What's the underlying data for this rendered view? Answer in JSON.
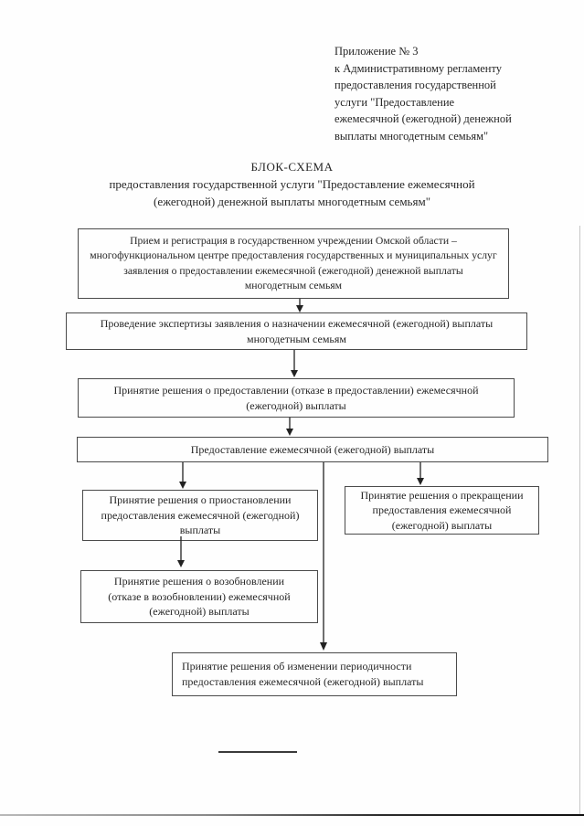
{
  "page": {
    "header_note": "Приложение № 3\nк Административному регламенту\nпредоставления государственной\nуслуги \"Предоставление\nежемесячной (ежегодной) денежной\nвыплаты многодетным семьям\"",
    "title": "БЛОК-СХЕМА",
    "subtitle": "предоставления государственной услуги \"Предоставление ежемесячной\n(ежегодной) денежной выплаты многодетным семьям\""
  },
  "flowchart": {
    "boxes": [
      {
        "id": "reception",
        "text": "Прием и регистрация в государственном учреждении Омской области –\nмногофункциональном центре предоставления государственных и муниципальных услуг\nзаявления о предоставлении ежемесячной (ежегодной) денежной выплаты\nмногодетным семьям"
      },
      {
        "id": "expertise",
        "text": "Проведение экспертизы заявления о назначении ежемесячной (ежегодной) выплаты\nмногодетным семьям"
      },
      {
        "id": "grant-decision",
        "text": "Принятие решения о предоставлении (отказе в предоставлении) ежемесячной\n(ежегодной) выплаты"
      },
      {
        "id": "provision",
        "text": "Предоставление ежемесячной (ежегодной) выплаты"
      },
      {
        "id": "suspension",
        "text": "Принятие решения о приостановлении\nпредоставления ежемесячной (ежегодной)\nвыплаты"
      },
      {
        "id": "termination",
        "text": "Принятие решения о прекращении\nпредоставления ежемесячной\n(ежегодной) выплаты"
      },
      {
        "id": "resumption",
        "text": "Принятие решения о возобновлении\n(отказе в возобновлении) ежемесячной\n(ежегодной) выплаты"
      },
      {
        "id": "periodicity-change",
        "text": "Принятие решения об изменении периодичности\nпредоставления ежемесячной (ежегодной) выплаты"
      }
    ],
    "edges": [
      {
        "from": "reception",
        "to": "expertise"
      },
      {
        "from": "expertise",
        "to": "grant-decision"
      },
      {
        "from": "grant-decision",
        "to": "provision"
      },
      {
        "from": "provision",
        "to": "suspension"
      },
      {
        "from": "provision",
        "to": "termination"
      },
      {
        "from": "provision",
        "to": "periodicity-change"
      },
      {
        "from": "suspension",
        "to": "resumption"
      }
    ],
    "colors": {
      "ink": "#262626",
      "box_border": "#4a4a4a",
      "paper": "#fefefe"
    }
  }
}
